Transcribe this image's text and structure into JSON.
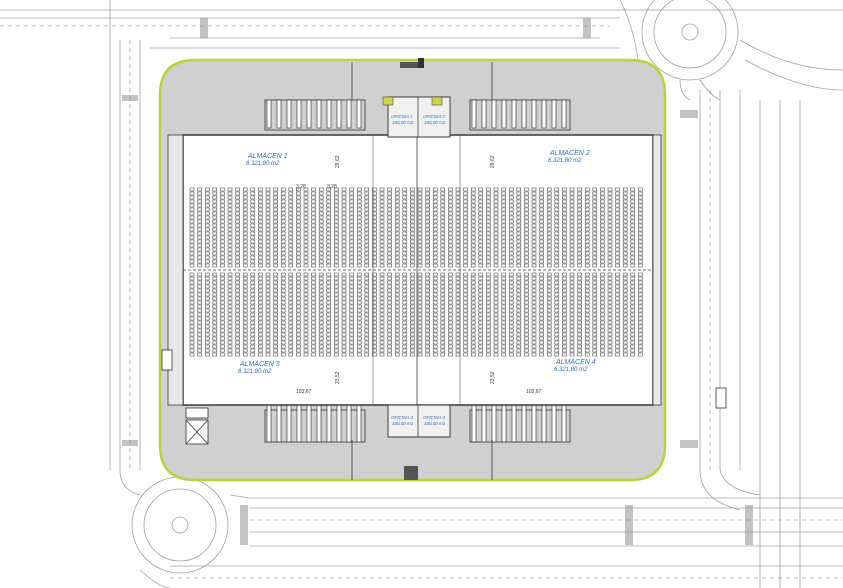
{
  "warehouses": [
    {
      "name": "ALMACEN 1",
      "area": "6.321,80 m2"
    },
    {
      "name": "ALMACEN 2",
      "area": "6.321,80 m2"
    },
    {
      "name": "ALMACEN 3",
      "area": "6.321,80 m2"
    },
    {
      "name": "ALMACEN 4",
      "area": "6.321,80 m2"
    }
  ],
  "offices": [
    {
      "name": "OFICINA 1",
      "area": "180,00 m2"
    },
    {
      "name": "OFICINA 2",
      "area": "180,00 m2"
    },
    {
      "name": "OFICINA 3",
      "area": "180,00 m2"
    },
    {
      "name": "OFICINA 4",
      "area": "180,00 m2"
    }
  ],
  "dimensions": {
    "width_left": "103,67",
    "width_right": "103,67",
    "top_left_depth": "29,62",
    "top_right_depth": "29,62",
    "bottom_left_depth": "23,52",
    "bottom_right_depth": "23,52",
    "aisle_a": "3,28",
    "aisle_b": "3,28"
  },
  "colors": {
    "paving": "#d0d0d0",
    "building_fill": "#ffffff",
    "outline": "#3a3a3a",
    "perimeter_green": "#b7d33c",
    "road_lines": "#9a9a9a",
    "label_blue": "#2a6fc9"
  }
}
